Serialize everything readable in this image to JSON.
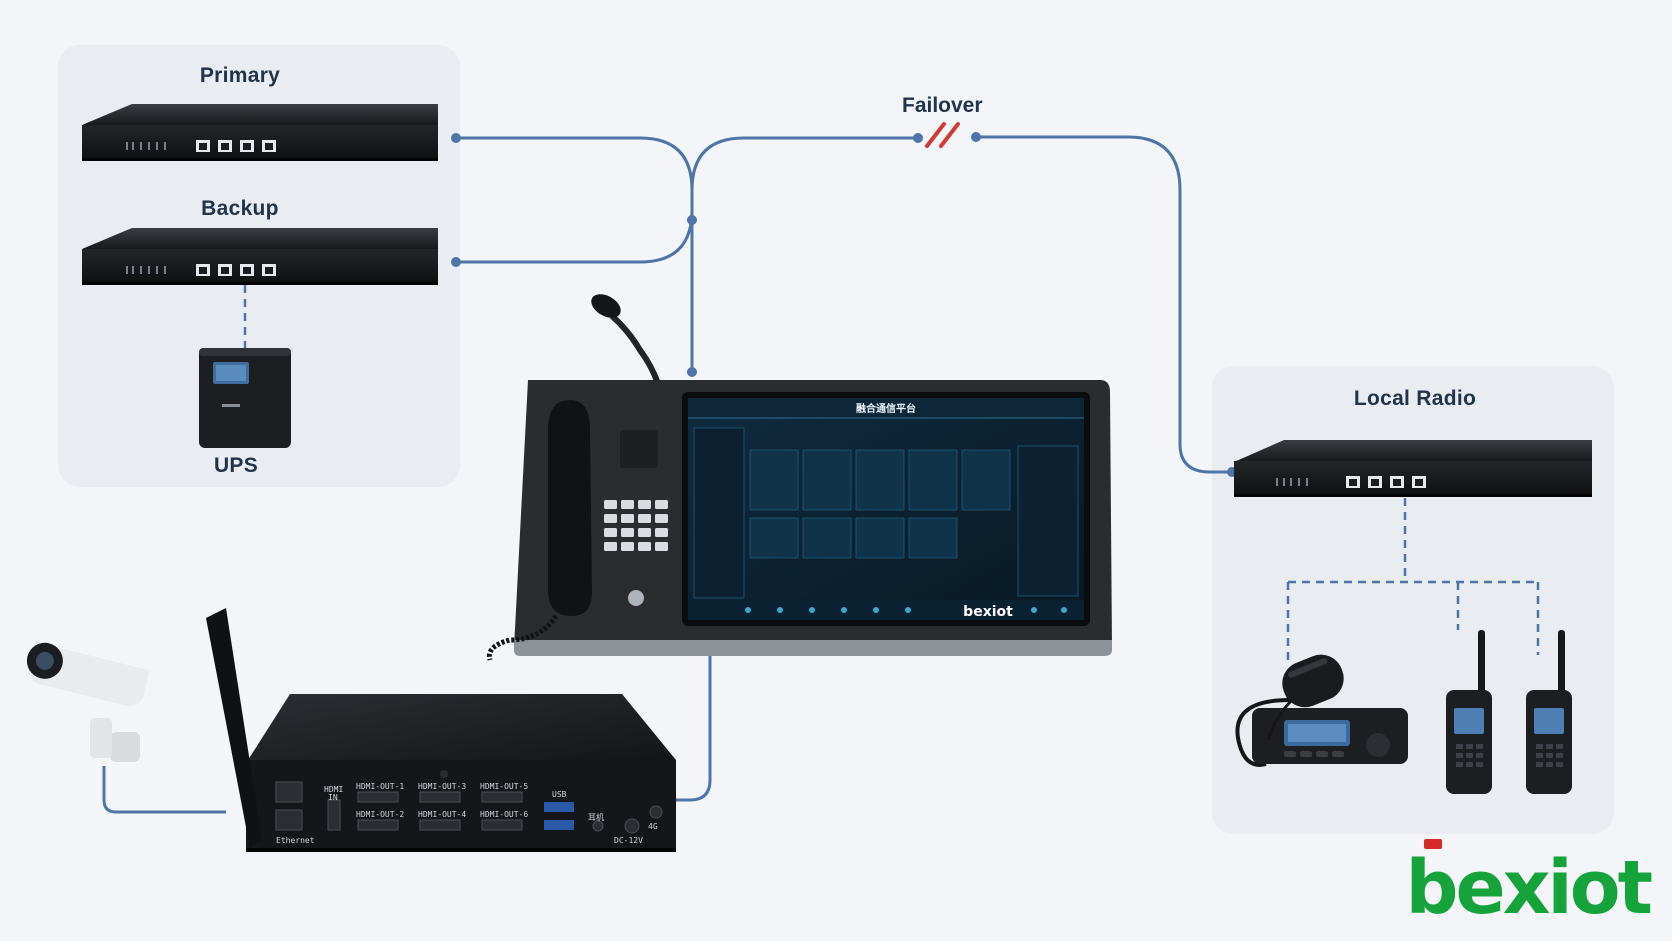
{
  "diagram": {
    "groups": {
      "servers": {
        "primary_label": "Primary",
        "backup_label": "Backup",
        "ups_label": "UPS"
      },
      "local_radio": {
        "label": "Local Radio"
      }
    },
    "links": {
      "failover_label": "Failover"
    },
    "console": {
      "screen_title": "融合通信平台",
      "screen_brand": "bexiot"
    },
    "gateway": {
      "ports": {
        "hdmi_in": "HDMI",
        "hdmi_in_sub": "IN",
        "hdmi_out_1": "HDMI-OUT-1",
        "hdmi_out_2": "HDMI-OUT-2",
        "hdmi_out_3": "HDMI-OUT-3",
        "hdmi_out_4": "HDMI-OUT-4",
        "hdmi_out_5": "HDMI-OUT-5",
        "hdmi_out_6": "HDMI-OUT-6",
        "usb": "USB",
        "ethernet": "Ethernet",
        "earphone": "耳机",
        "power": "DC-12V",
        "cellular": "4G"
      }
    },
    "brand": {
      "logo_text": "bexiot"
    },
    "colors": {
      "link": "#4f74a6",
      "device": "#1b1d20",
      "box": "#e9ecf0",
      "failover": "#d23a3a",
      "brand_green": "#17a33b",
      "brand_red": "#d62a2a",
      "screen": "#0c2233"
    }
  }
}
